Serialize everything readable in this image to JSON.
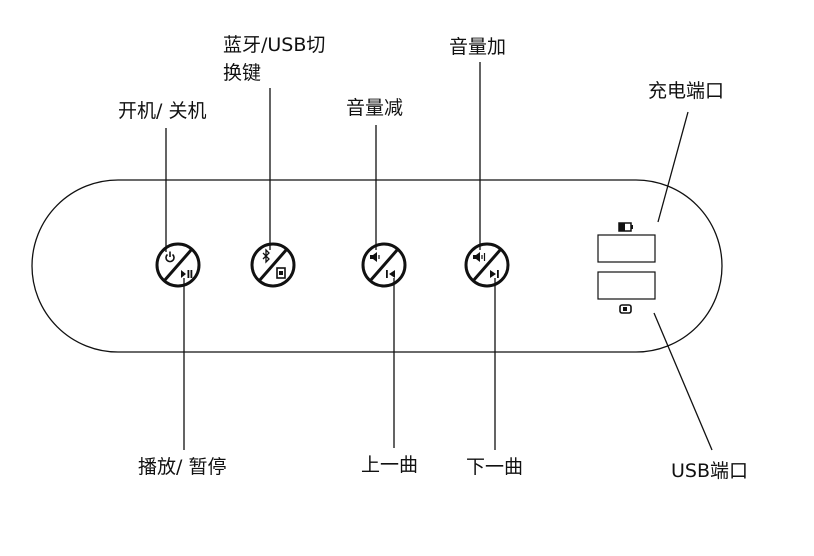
{
  "labels": {
    "power": "开机/ 关机",
    "bt_usb_line1": "蓝牙/USB切",
    "bt_usb_line2": "换键",
    "vol_down": "音量减",
    "vol_up": "音量加",
    "charge_port": "充电端口",
    "play_pause": "播放/ 暂停",
    "prev_track": "上一曲",
    "next_track": "下一曲",
    "usb_port": "USB端口"
  },
  "icons": {
    "power_button": [
      "power-icon",
      "play-pause-icon"
    ],
    "mode_button": [
      "bluetooth-icon",
      "usb-drive-icon"
    ],
    "vol_down_button": [
      "volume-down-icon",
      "previous-track-icon"
    ],
    "vol_up_button": [
      "volume-up-icon",
      "next-track-icon"
    ],
    "charge_port": "battery-icon",
    "usb_port": "usb-drive-icon"
  },
  "colors": {
    "ink": "#111111",
    "background": "#ffffff"
  }
}
